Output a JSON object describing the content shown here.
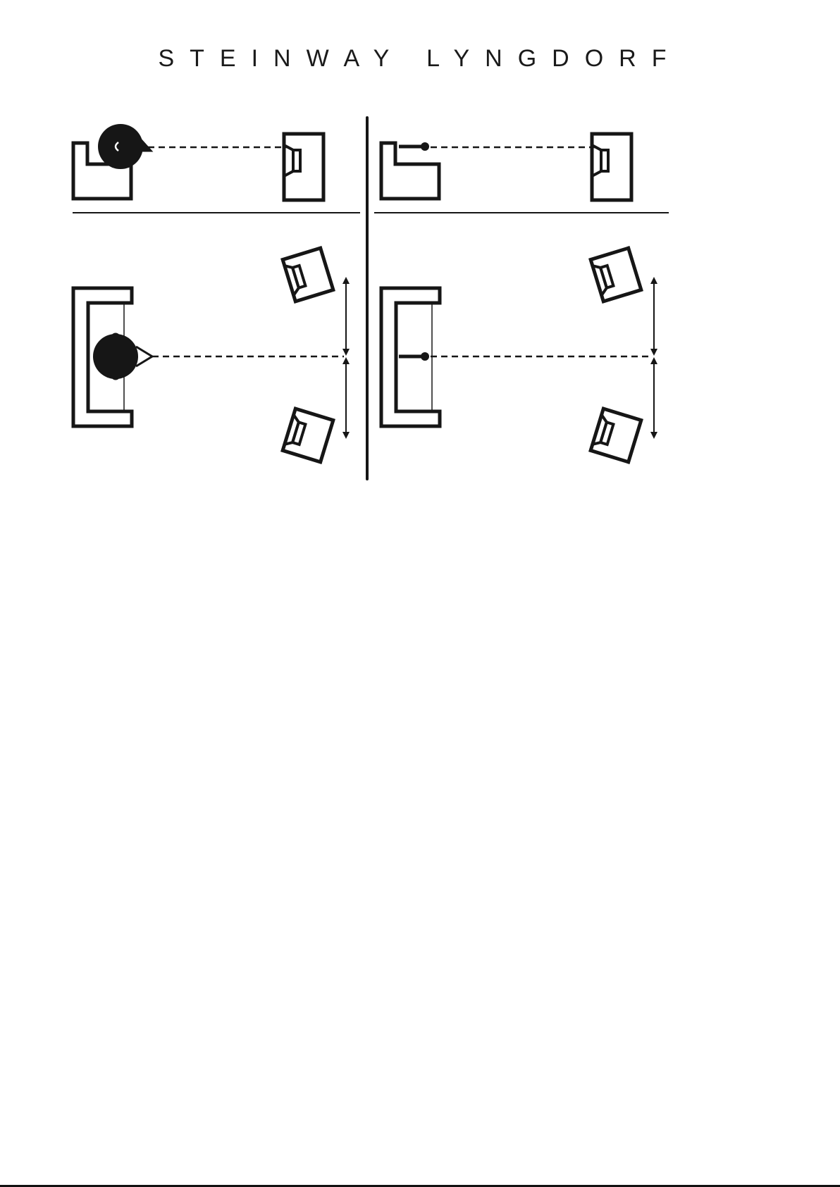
{
  "brand": {
    "name": "STEINWAY LYNGDORF"
  },
  "colors": {
    "ink": "#161616",
    "paper": "#ffffff"
  },
  "panels": [
    {
      "id": "side-view-listener",
      "icon": "head-icon"
    },
    {
      "id": "side-view-microphone",
      "icon": "microphone-icon"
    },
    {
      "id": "top-view-listener",
      "icon": "head-icon"
    },
    {
      "id": "top-view-microphone",
      "icon": "microphone-icon"
    }
  ]
}
